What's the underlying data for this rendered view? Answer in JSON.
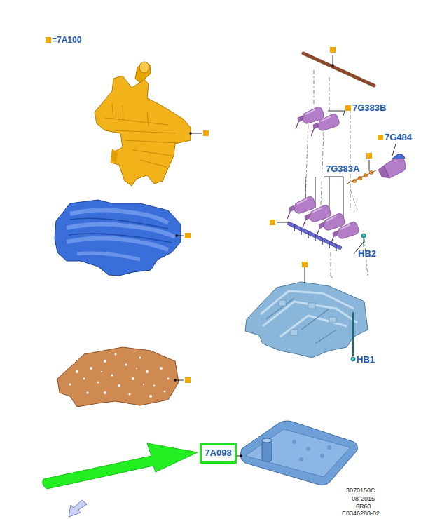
{
  "diagram": {
    "nodes": [
      {
        "text": [
          "7A098"
        ]
      }
    ],
    "labels": [
      "7G383B",
      "7G484",
      "7G383A",
      "HB2",
      "HB1",
      "3070150C",
      "08-2015",
      "6R60",
      "E0346280-02"
    ],
    "legend": [
      {
        "text": "=7A100",
        "color": "#f5a800"
      }
    ]
  }
}
